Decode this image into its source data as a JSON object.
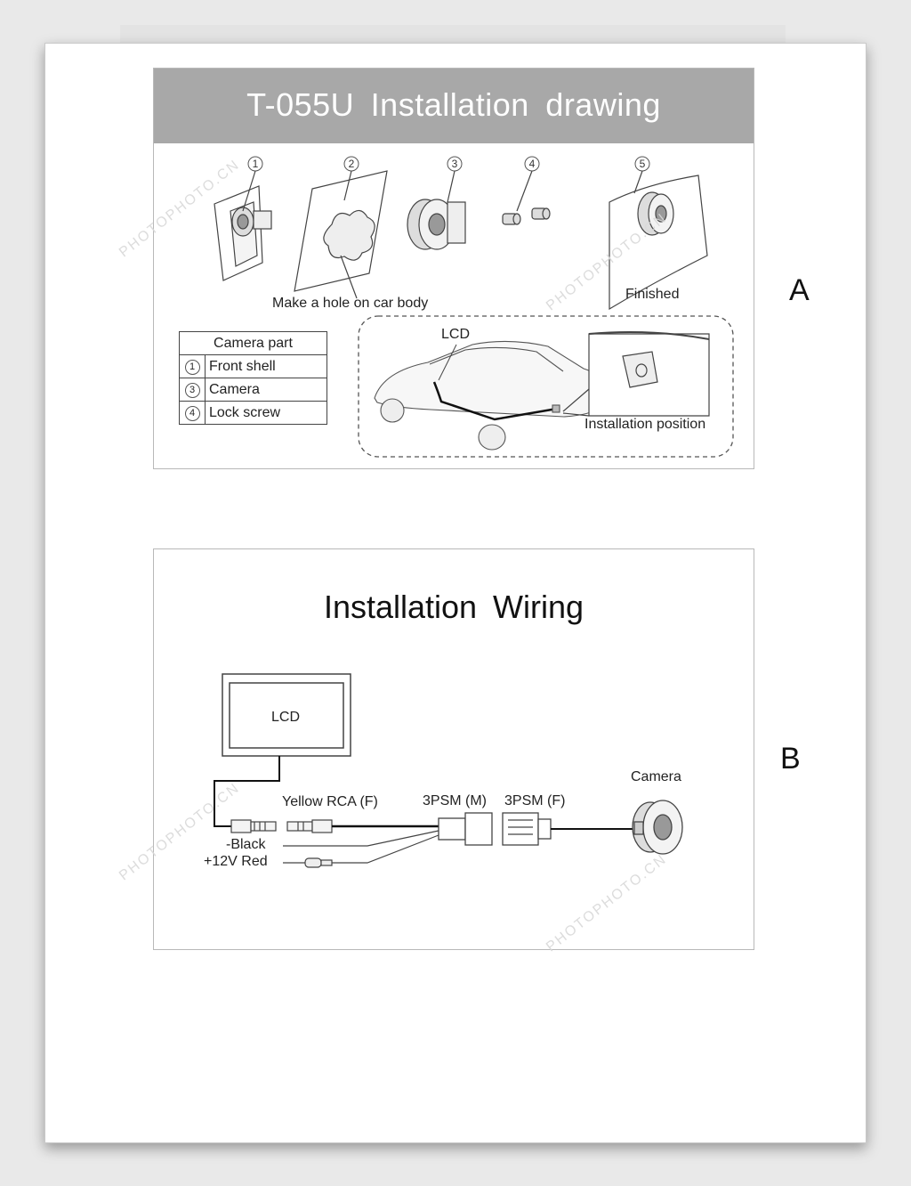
{
  "panel_a": {
    "title": "T-055U  Installation  drawing",
    "step_numbers": [
      "1",
      "2",
      "3",
      "4",
      "5"
    ],
    "caption_hole": "Make a hole on car body",
    "caption_finished": "Finished",
    "section_letter": "A",
    "lcd_label": "LCD",
    "install_position_label": "Installation  position",
    "parts_table": {
      "header": "Camera  part",
      "rows": [
        {
          "num": "1",
          "label": "Front shell"
        },
        {
          "num": "3",
          "label": "Camera"
        },
        {
          "num": "4",
          "label": "Lock screw"
        }
      ]
    }
  },
  "panel_b": {
    "title": "Installation  Wiring",
    "section_letter": "B",
    "lcd_label": "LCD",
    "camera_label": "Camera",
    "yellow_rca_label": "Yellow RCA (F)",
    "psm_m_label": "3PSM (M)",
    "psm_f_label": "3PSM (F)",
    "black_label": "-Black",
    "red_label": "+12V Red"
  },
  "watermark": "PHOTOPHOTO.CN"
}
